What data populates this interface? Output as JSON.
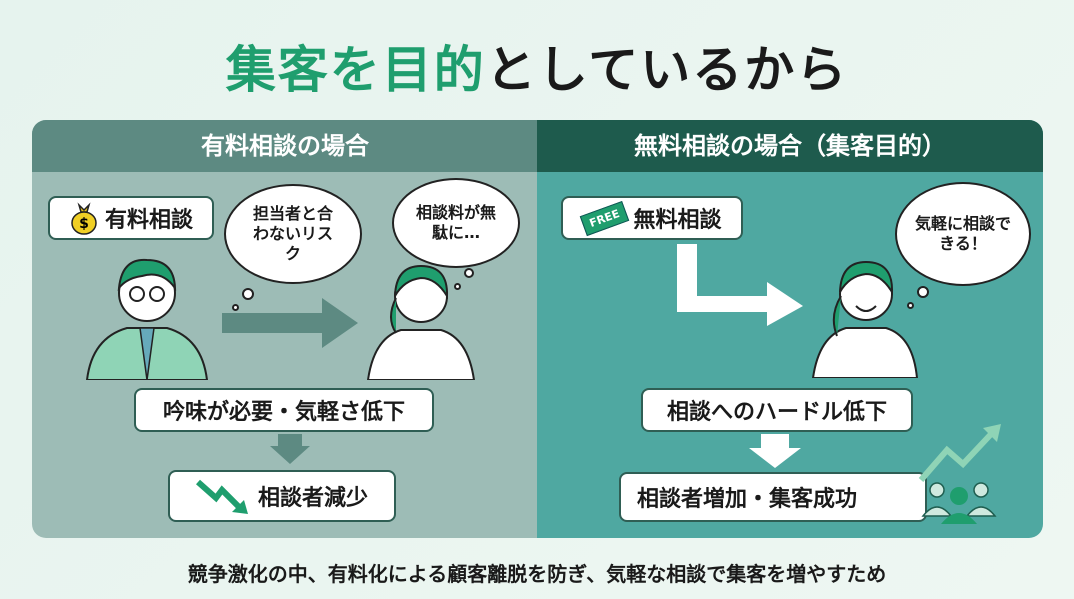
{
  "title": {
    "highlight": "集客を目的",
    "rest": "としているから"
  },
  "left": {
    "header": "有料相談の場合",
    "label": "有料相談",
    "bubble1": "担当者と合わないリスク",
    "bubble2": "相談料が無駄に…",
    "step1": "吟味が必要・気軽さ低下",
    "step2": "相談者減少"
  },
  "right": {
    "header": "無料相談の場合（集客目的）",
    "tag": "FREE",
    "label": "無料相談",
    "bubble": "気軽に相談できる！",
    "step1": "相談へのハードル低下",
    "step2": "相談者増加・集客成功"
  },
  "footer": "競争激化の中、有料化による顧客離脱を防ぎ、気軽な相談で集客を増やすため",
  "colors": {
    "accent": "#1f9e6e",
    "left_header": "#5d8a82",
    "right_header": "#1e5b4d"
  }
}
